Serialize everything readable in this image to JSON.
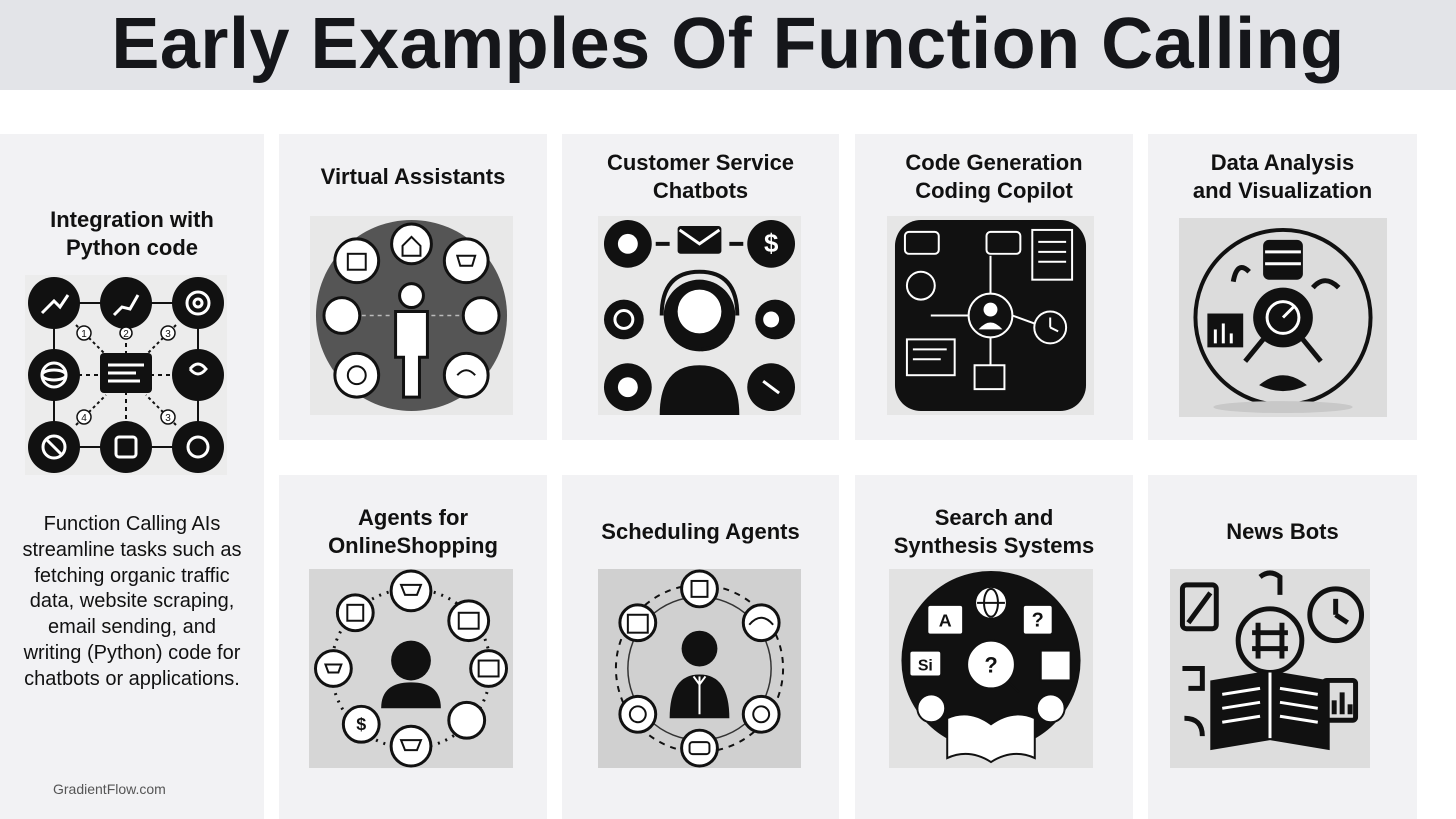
{
  "title": "Early Examples Of Function Calling",
  "left_panel": {
    "title_line1": "Integration with",
    "title_line2": "Python code",
    "description": [
      "Function Calling AIs",
      "streamline tasks such as",
      "fetching organic traffic",
      "data, website scraping,",
      "email sending, and",
      "writing (Python) code for",
      "chatbots or applications."
    ],
    "step_labels": [
      "1",
      "2",
      "3",
      "4",
      "3"
    ]
  },
  "cards": [
    {
      "lines": [
        "Virtual Assistants"
      ]
    },
    {
      "lines": [
        "Customer Service",
        "Chatbots"
      ]
    },
    {
      "lines": [
        "Code Generation",
        "Coding Copilot"
      ]
    },
    {
      "lines": [
        "Data Analysis",
        "and Visualization"
      ]
    },
    {
      "lines": [
        "Agents for",
        "OnlineShopping"
      ]
    },
    {
      "lines": [
        "Scheduling Agents"
      ]
    },
    {
      "lines": [
        "Search and",
        "Synthesis Systems"
      ]
    },
    {
      "lines": [
        "News Bots"
      ]
    }
  ],
  "illustration_text": {
    "dollar": "$",
    "letter_a": "A",
    "si": "Si",
    "question": "?"
  },
  "credit": "GradientFlow.com",
  "colors": {
    "title_bar": "#e3e4e8",
    "panel": "#f2f2f4",
    "ink": "#111111"
  }
}
